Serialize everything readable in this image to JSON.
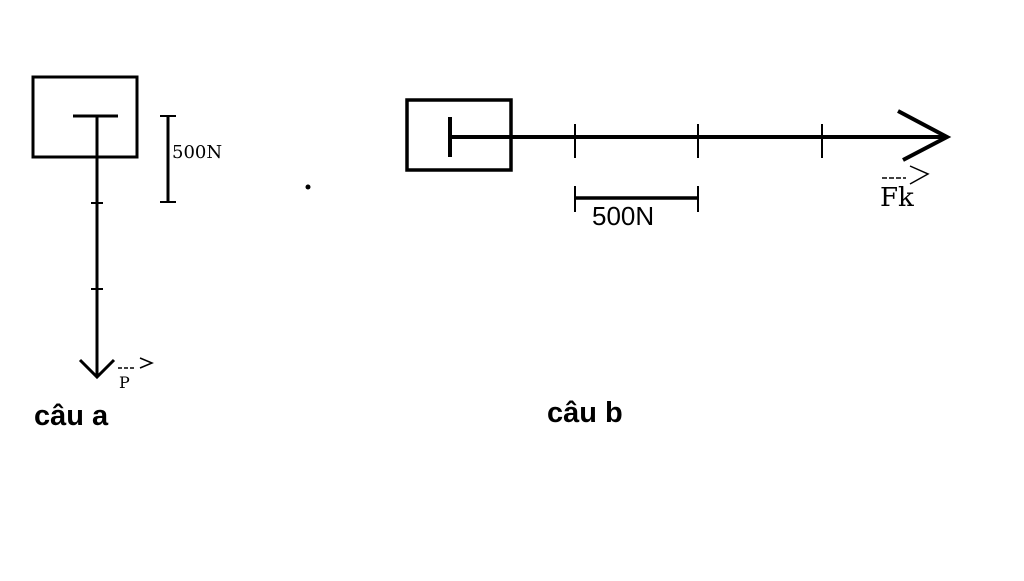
{
  "diagram_a": {
    "scale_label": "500N",
    "vector_label": "P",
    "caption": "câu a"
  },
  "diagram_b": {
    "scale_label": "500N",
    "vector_label": "Fk",
    "caption": "câu b"
  },
  "colors": {
    "ink": "#000000",
    "background": "#ffffff"
  }
}
